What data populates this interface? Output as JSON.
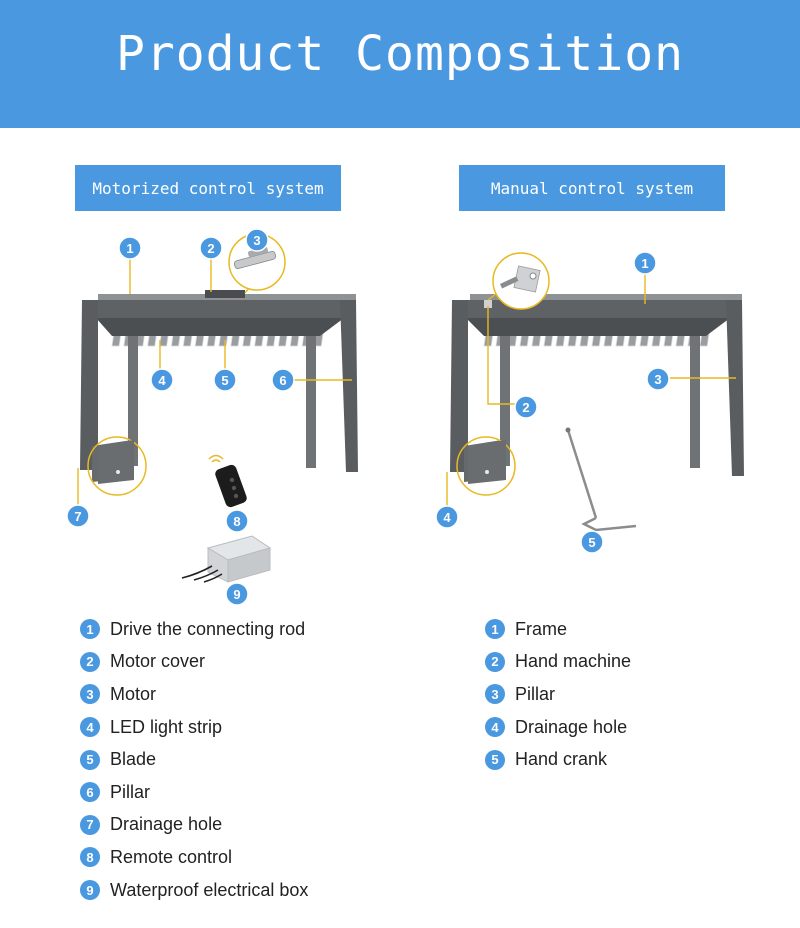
{
  "header": {
    "title": "Product Composition"
  },
  "sections": {
    "motorized": {
      "label": "Motorized control system"
    },
    "manual": {
      "label": "Manual control system"
    }
  },
  "colors": {
    "accent": "#4a98e0",
    "frame": "#5f6265",
    "callout_line": "#e8b923"
  },
  "motorized_legend": [
    {
      "num": "1",
      "label": "Drive the connecting rod"
    },
    {
      "num": "2",
      "label": "Motor cover"
    },
    {
      "num": "3",
      "label": "Motor"
    },
    {
      "num": "4",
      "label": "LED light strip"
    },
    {
      "num": "5",
      "label": "Blade"
    },
    {
      "num": "6",
      "label": "Pillar"
    },
    {
      "num": "7",
      "label": "Drainage hole"
    },
    {
      "num": "8",
      "label": "Remote control"
    },
    {
      "num": "9",
      "label": "Waterproof electrical box"
    }
  ],
  "manual_legend": [
    {
      "num": "1",
      "label": "Frame"
    },
    {
      "num": "2",
      "label": "Hand machine"
    },
    {
      "num": "3",
      "label": "Pillar"
    },
    {
      "num": "4",
      "label": "Drainage hole"
    },
    {
      "num": "5",
      "label": "Hand crank"
    }
  ]
}
